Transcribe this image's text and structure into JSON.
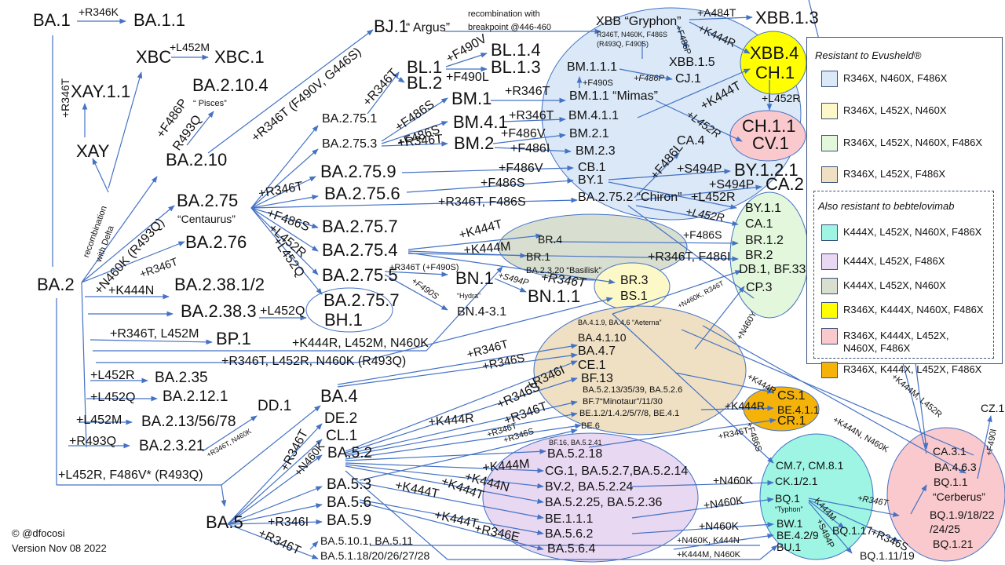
{
  "diagram": {
    "title_credit": "©  @dfocosi",
    "version": "Version Nov 08 2022",
    "colors": {
      "line": "#4472c4",
      "blue_group": "#dae8f7",
      "yellow_group": "#fdf8c8",
      "green_group": "#e2f7dc",
      "beige_group": "#efe0c3",
      "cyan_group": "#9ef5e3",
      "lilac_group": "#e9d8f2",
      "grey_group": "#d8dfd1",
      "bright_yellow_group": "#ffff00",
      "pink_group": "#f9c9cd",
      "orange_group": "#f5b30a"
    },
    "nodes": {
      "ba1": "BA.1",
      "ba11": "BA.1.1",
      "xbc": "XBC",
      "xbc1": "XBC.1",
      "xay11": "XAY.1.1",
      "xay": "XAY",
      "ba2104": "BA.2.10.4",
      "pisces": "“ Pisces”",
      "ba210": "BA.2.10",
      "bj1": "BJ.1",
      "argus": "“ Argus”",
      "recomb_note": "recombination with\nbreakpoint @446-460",
      "recomb_delta": "recombination\nwith Delta",
      "ba2": "BA.2",
      "ba275": "BA.2.75",
      "centaurus": "“Centaurus”",
      "ba276": "BA.2.76",
      "ba238_12": "BA.2.38.1/2",
      "ba2383": "BA.2.38.3",
      "bp1": "BP.1",
      "ba235": "BA.2.35",
      "ba2121": "BA.2.12.1",
      "ba213": "BA.2.13/56/78",
      "ba2321": "BA.2.3.21",
      "dd1": "DD.1",
      "ba4": "BA.4",
      "ba5": "BA.5",
      "de2": "DE.2",
      "cl1": "CL.1",
      "ba52": "BA.5.2",
      "ba53": "BA.5.3",
      "ba56": "BA.5.6",
      "ba59": "BA.5.9",
      "ba5101": "BA.5.10.1, BA.5.11",
      "ba51_18": "BA.5.1.18/20/26/27/28",
      "ba2751": "BA.2.75.1",
      "ba2753": "BA.2.75.3",
      "ba2759": "BA.2.75.9",
      "ba2756": "BA.2.75.6",
      "ba2757": "BA.2.75.7",
      "ba2754": "BA.2.75.4",
      "ba2755": "BA.2.75.5",
      "ba2757b": "BA.2.75.7",
      "bh1": "BH.1",
      "bl1": "BL.1",
      "bl2": "BL.2",
      "bl14": "BL.1.4",
      "bl13": "BL.1.3",
      "bm1": "BM.1",
      "bm41": "BM.4.1",
      "bm2": "BM.2",
      "bn1": "BN.1",
      "hydra": "“Hydra”",
      "bn11": "BN.1.1",
      "bn431": "BN.4-3.1",
      "xbb": "XBB “Gryphon”",
      "xbb_muts": "R346T, N460K, F486S",
      "xbb_muts2": "(R493Q, F490S)",
      "bm111": "BM.1.1.1",
      "xbb15": "XBB.1.5",
      "cj1": "CJ.1",
      "bm11": "BM.1.1 “Mimas”",
      "bm411": "BM.4.1.1",
      "bm21": "BM.2.1",
      "bm23": "BM.2.3",
      "cb1": "CB.1",
      "by1": "BY.1",
      "ba2752": "BA.2.75.2 “Chiron”",
      "ca4": "CA.4",
      "xbb13": "XBB.1.3",
      "xbb4": "XBB.4",
      "ch1": "CH.1",
      "ch11": "CH.1.1",
      "cv1": "CV.1",
      "by121": "BY.1.2.1",
      "ca2": "CA.2",
      "by11": "BY.1.1",
      "ca1": "CA.1",
      "br12": "BR.1.2",
      "br2": "BR.2",
      "db1": "DB.1, BF.33",
      "cp3": "CP.3",
      "br4": "BR.4",
      "br1": "BR.1",
      "basilisk": "BA.2.3.20 “Basilisk”",
      "br3": "BR.3",
      "bs1": "BS.1",
      "ba419": "BA.4.1.9, BA.4.6 “Aeterna”",
      "ba4110": "BA.4.1.10",
      "ba47": "BA.4.7",
      "ce1": "CE.1",
      "bf13": "BF.13",
      "ba5213": "BA.5.2.13/35/39, BA.5.2.6",
      "bf7": "BF.7“Minotaur”/11/30",
      "be12": "BE.1.2/1.4.2/5/7/8, BE.4.1",
      "be6": "BE.6",
      "cs1": "CS.1",
      "be411": "BE.4.1.1",
      "cr1": "CR.1",
      "bf16": "BF.16, BA.5.2.41",
      "ba5218": "BA.5.2.18",
      "cg1": "CG.1, BA.5.2.7,BA.5.2.14",
      "bv2": "BV.2, BA.5.2.24",
      "ba5225": "BA.5.2.25, BA.5.2.36",
      "be111": "BE.1.1.1",
      "ba562": "BA.5.6.2",
      "ba564": "BA.5.6.4",
      "cm7": "CM.7, CM.8.1",
      "ck1": "CK.1/2.1",
      "bq1": "BQ.1",
      "typhon": "“Typhon”",
      "bw1": "BW.1",
      "be42": "BE.4.2/9",
      "bu1": "BU.1",
      "bq117": "BQ.1.17",
      "bq1119": "BQ.1.11/19",
      "ca31": "CA.3.1",
      "ba463": "BA.4.6.3",
      "bq11": "BQ.1.1",
      "cerberus": "“Cerberus”",
      "bq19": "BQ.1.9/18/22",
      "bq19b": "/24/25",
      "bq121": "BQ.1.21",
      "cz1": "CZ.1"
    },
    "mutations": {
      "r346k": "+R346K",
      "l452m_xbc": "+L452M",
      "r346t_xay": "+R346T",
      "f486p_r493q": "+F486P",
      "r493q": "R493Q",
      "r346t_f490v_g446s": "+R346T (F490V, G446S)",
      "n460k_r493q": "+N460K (R493Q)",
      "r346t_276": "+R346T",
      "k444n": "+K444N",
      "l452q_238": "+L452Q",
      "r346t_l452m": "+R346T, L452M",
      "k444r_l452m_n460k": "+K444R, L452M, N460K",
      "r346t_l452r_n460k": "+R346T, L452R, N460K (R493Q)",
      "l452r_235": "+L452R",
      "l452q_212": "+L452Q",
      "l452m_213": "+L452M",
      "r493q_23": "+R493Q",
      "r346t_n460k_dd": "+R346T, N460K",
      "l452r_f486v": "+L452R, F486V* (R493Q)",
      "r346t_275": "+R346T",
      "f486s_275": "+F486S",
      "l452r_275": "+L452R",
      "l452q_275": "+L452Q",
      "r346t_bl": "+R346T",
      "f490v": "+F490V",
      "f490l": "+F490L",
      "f486s_a": "+F486S",
      "f486s_b": "+F486S",
      "r346t_bm2": "+R346T",
      "r346t_bm1": "+R346T",
      "r346t_bm41": "+R346T",
      "f486v_bm2": "+F486V",
      "f486i_bm2": "+F486I",
      "f486v_cb": "+F486V",
      "f486s_by": "+F486S",
      "r346t_f486s": "+R346T, F486S",
      "f490s_bm": "+F490S",
      "f486p_cj": "+F486P",
      "f486p_xbb": "+F486P",
      "a484t": "+A484T",
      "k444r_xbb": "+K444R",
      "k444t_bm": "+K444T",
      "l452r_ch": "+L452R",
      "l452r_mimas": "+L452R",
      "f486l": "+F486L",
      "s494p_a": "+S494P",
      "s494p_b": "+S494P",
      "l452r_a": "+L452R",
      "l452r_b": "+L452R",
      "f486s_br": "+F486S",
      "r346t_f486i": "+R346T, F486I",
      "k444t_br": "+K444T",
      "k444m_br": "+K444M",
      "r346t_f490s": "+R346T  (+F490S)",
      "f490s_bn": "+F490S",
      "s494p_bn": "+S494P",
      "r346t_br3": "+R346T",
      "n460k_r346t": "+N460K, R346T",
      "n460y": "+N460Y",
      "r346t_ba4": "+R346T",
      "r346s_ba4": "+R346S",
      "r346i_ba5": "+R346I",
      "r346s_ba5": "+R346S",
      "r346t_ba5": "+R346T",
      "r346t_ba52": "+R346T",
      "r346s_ba52": "+R346S",
      "k444r_52": "+K444R",
      "k444m_52": "+K444M",
      "k444n_52": "+K444N",
      "k444t_52": "+K444T",
      "k444t_53": "+K444T",
      "k444t_56": "+K444T",
      "r346e": "+R346E",
      "r346t_ba5_main": "+R346T",
      "n460k_ba5": "+N460K",
      "r346i_59": "+R346I",
      "r346t_51": "+R346T",
      "k444r_cs": "+K444R",
      "k444r_be": "+K444R",
      "r346t_cr": "+R346T",
      "f486s_cm": "+F486S",
      "n460k_a": "+N460K",
      "n460k_b": "+N460K",
      "n460k_c": "+N460K",
      "n460k_k444n": "+N460K, K444N",
      "k444m_n460k": "+K444M, N460K",
      "k444n_n460k": "+K444N, N460K",
      "k444m_l452r": "+K444M, L452R",
      "k444m_bq": "K444M",
      "s494p_bq": "+S494P",
      "r346t_bq": "+R346T",
      "r346s_bq": "+R346S",
      "f490i": "+F490I"
    }
  },
  "legend": {
    "title1": "Resistant to Evusheld®",
    "title2": "Also resistant to bebtelovimab",
    "items": [
      {
        "label": "R346X, N460X, F486X",
        "color": "#dae8f7"
      },
      {
        "label": "R346X, L452X, N460X",
        "color": "#fdf8c8"
      },
      {
        "label": "R346X, L452X, N460X, F486X",
        "color": "#e2f7dc"
      },
      {
        "label": "R346X, L452X, F486X",
        "color": "#efe0c3"
      },
      {
        "label": "K444X, L452X, N460X, F486X",
        "color": "#9ef5e3"
      },
      {
        "label": "K444X, L452X, F486X",
        "color": "#e9d8f2"
      },
      {
        "label": "K444X, L452X, N460X",
        "color": "#d8dfd1"
      },
      {
        "label": "R346X, K444X, N460X, F486X",
        "color": "#ffff00"
      },
      {
        "label": "R346X, K444X, L452X,\nN460X, F486X",
        "color": "#f9c9cd"
      },
      {
        "label": "R346X, K444X, L452X, F486X",
        "color": "#f5b30a"
      }
    ]
  }
}
